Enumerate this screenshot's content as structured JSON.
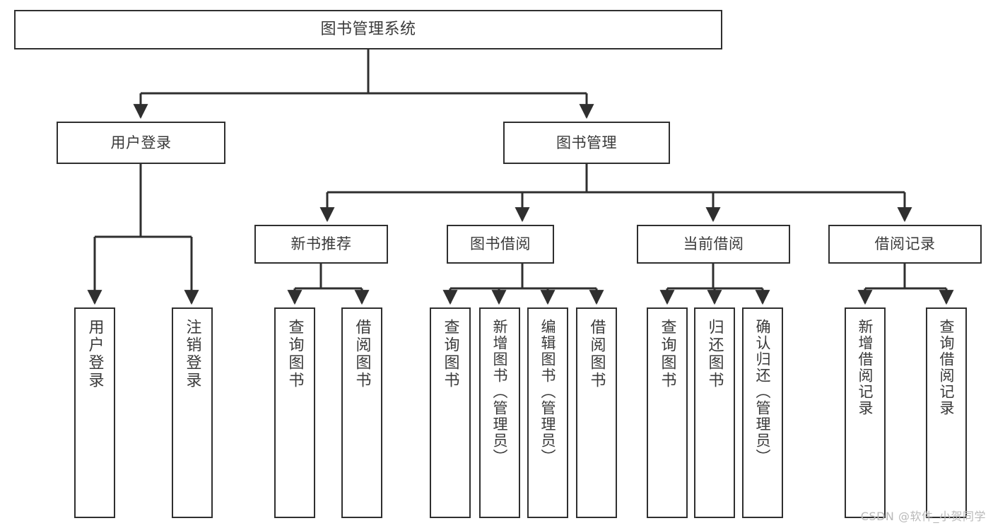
{
  "diagram": {
    "title": "图书管理系统",
    "type": "功能结构图",
    "watermark": "CSDN @软件_小贺同学",
    "line_color": "#2f2f2f",
    "text_color": "#3a3a3a",
    "background_color": "#ffffff"
  },
  "nodes": {
    "root": {
      "label": "图书管理系统"
    },
    "level2": [
      {
        "id": "user-login",
        "label": "用户登录"
      },
      {
        "id": "book-manage",
        "label": "图书管理"
      }
    ],
    "level3": [
      {
        "id": "new-book-recommend",
        "label": "新书推荐"
      },
      {
        "id": "book-borrow",
        "label": "图书借阅"
      },
      {
        "id": "current-borrow",
        "label": "当前借阅"
      },
      {
        "id": "borrow-record",
        "label": "借阅记录"
      }
    ],
    "leaves": {
      "user_login": [
        {
          "id": "leaf-user-login",
          "label": "用户登录"
        },
        {
          "id": "leaf-logout",
          "label": "注销登录"
        }
      ],
      "new_book_recommend": [
        {
          "id": "leaf-query-book-1",
          "label": "查询图书"
        },
        {
          "id": "leaf-borrow-book-1",
          "label": "借阅图书"
        }
      ],
      "book_borrow": [
        {
          "id": "leaf-query-book-2",
          "label": "查询图书"
        },
        {
          "id": "leaf-add-book",
          "label": "新增图书（管理员）"
        },
        {
          "id": "leaf-edit-book",
          "label": "编辑图书（管理员）"
        },
        {
          "id": "leaf-borrow-book-2",
          "label": "借阅图书"
        }
      ],
      "current_borrow": [
        {
          "id": "leaf-query-book-3",
          "label": "查询图书"
        },
        {
          "id": "leaf-return-book",
          "label": "归还图书"
        },
        {
          "id": "leaf-confirm-return",
          "label": "确认归还（管理员）"
        }
      ],
      "borrow_record": [
        {
          "id": "leaf-add-record",
          "label": "新增借阅记录"
        },
        {
          "id": "leaf-query-record",
          "label": "查询借阅记录"
        }
      ]
    }
  }
}
